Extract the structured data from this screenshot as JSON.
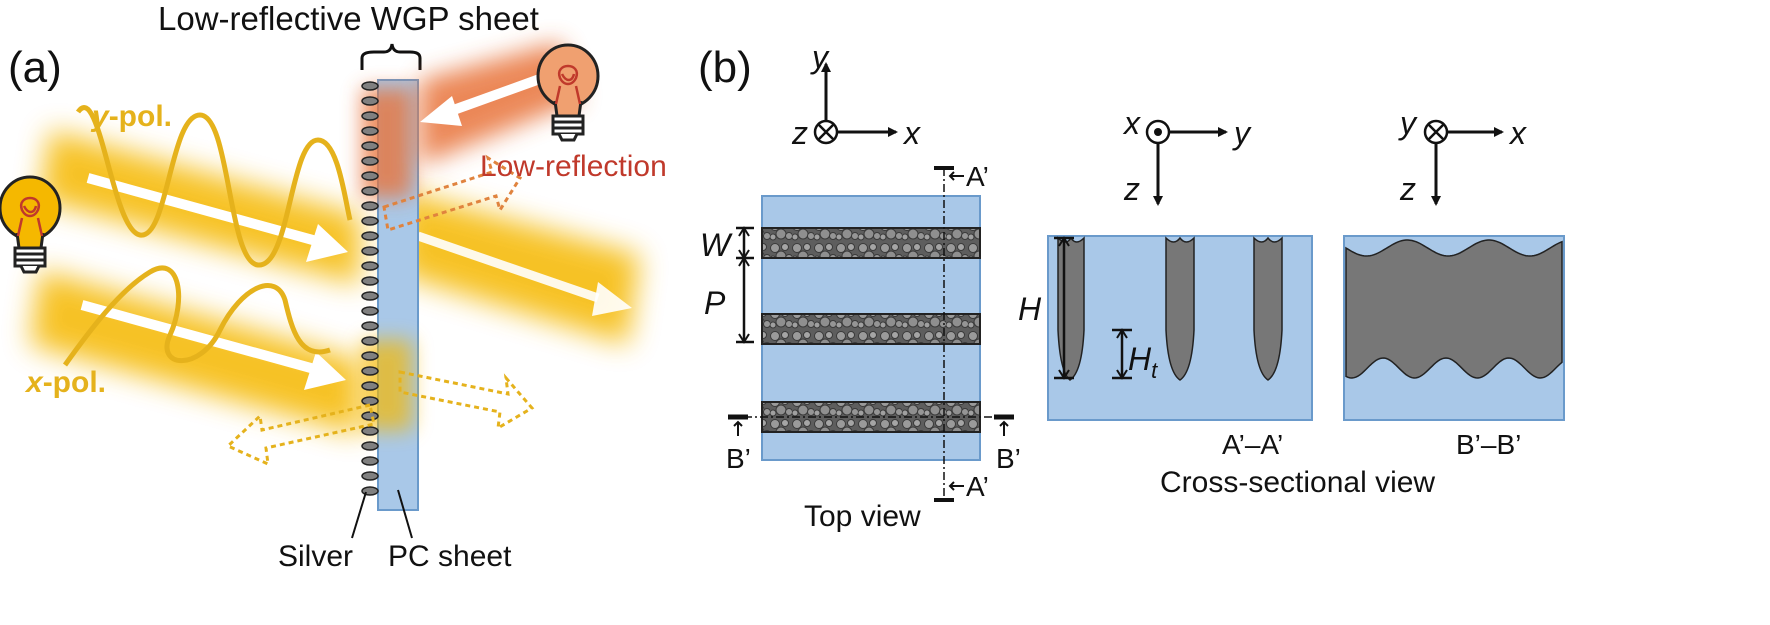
{
  "panel_a": {
    "panel_label": "(a)",
    "title": "Low-reflective WGP sheet",
    "y_pol_letter": "y",
    "y_pol_suffix": "-pol.",
    "x_pol_letter": "x",
    "x_pol_suffix": "-pol.",
    "reflection_label": "Low-reflection",
    "silver_label": "Silver",
    "pc_label": "PC sheet",
    "icons": [
      "light-bulb-icon",
      "light-bulb-icon"
    ]
  },
  "panel_b": {
    "panel_label": "(b)",
    "top_axes": {
      "y": "y",
      "z": "z",
      "x": "x"
    },
    "mid_axes": {
      "x": "x",
      "y": "y",
      "z": "z"
    },
    "right_axes": {
      "y": "y",
      "x": "x",
      "z": "z"
    },
    "section_a": "A’",
    "section_b": "B’",
    "dim_w": "W",
    "dim_p": "P",
    "dim_h": "H",
    "dim_ht_main": "H",
    "dim_ht_sub": "t",
    "top_view_label": "Top view",
    "aa_label": "A’–A’",
    "bb_label": "B’–B’",
    "cross_label": "Cross-sectional view"
  },
  "colors": {
    "sheet_blue": "#a9c8e8",
    "metal_gray": "#777777",
    "light_yellow": "#f5b800",
    "light_orange": "#e8733a",
    "reflection_red": "#c0392b"
  }
}
